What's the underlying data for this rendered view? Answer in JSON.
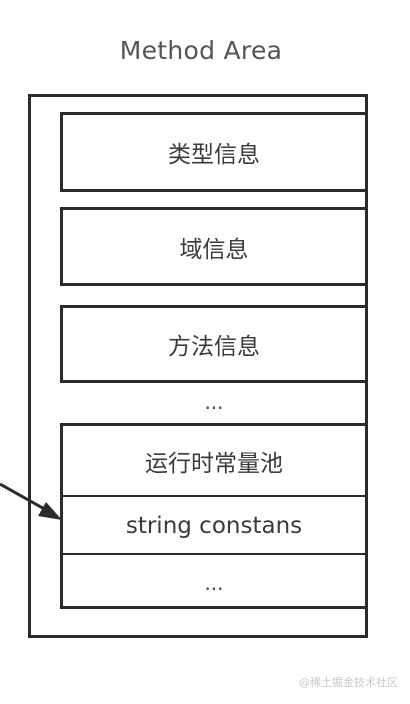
{
  "diagram": {
    "title": "Method Area",
    "boxes": [
      {
        "label": "类型信息"
      },
      {
        "label": "域信息"
      },
      {
        "label": "方法信息"
      }
    ],
    "ellipsis": "...",
    "pool": {
      "rows": [
        {
          "label": "运行时常量池"
        },
        {
          "label": "string constans"
        },
        {
          "label": "..."
        }
      ]
    },
    "watermark": "@稀土掘金技术社区"
  },
  "colors": {
    "stroke": "#2b2b2b",
    "text": "#3a3a3a",
    "title": "#555555"
  }
}
